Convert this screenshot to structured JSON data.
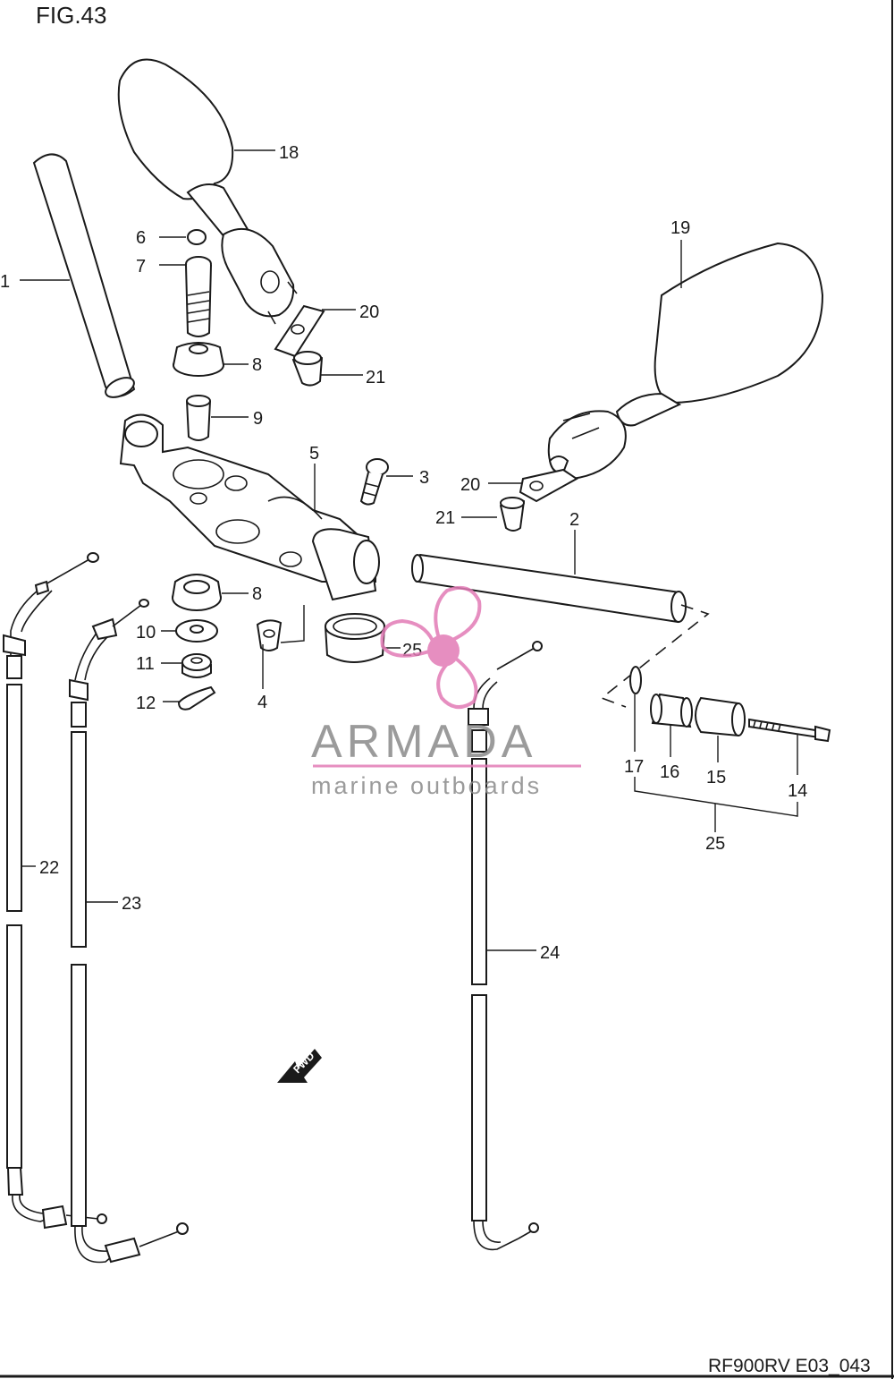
{
  "figure_title": "FIG.43",
  "drawing_code": "RF900RV E03_043",
  "fwd_marker": "FWD",
  "watermark": {
    "brand": "ARMADA",
    "tagline": "marine outboards",
    "accent_color": "#e27bb6",
    "text_color": "#8a8a8a"
  },
  "callouts": [
    {
      "id": "c1",
      "text": "1"
    },
    {
      "id": "c2",
      "text": "2"
    },
    {
      "id": "c3",
      "text": "3"
    },
    {
      "id": "c4",
      "text": "4"
    },
    {
      "id": "c5",
      "text": "5"
    },
    {
      "id": "c6",
      "text": "6"
    },
    {
      "id": "c7",
      "text": "7"
    },
    {
      "id": "c8a",
      "text": "8"
    },
    {
      "id": "c8b",
      "text": "8"
    },
    {
      "id": "c9",
      "text": "9"
    },
    {
      "id": "c10",
      "text": "10"
    },
    {
      "id": "c11",
      "text": "11"
    },
    {
      "id": "c12",
      "text": "12"
    },
    {
      "id": "c14",
      "text": "14"
    },
    {
      "id": "c15",
      "text": "15"
    },
    {
      "id": "c16",
      "text": "16"
    },
    {
      "id": "c17",
      "text": "17"
    },
    {
      "id": "c18",
      "text": "18"
    },
    {
      "id": "c19",
      "text": "19"
    },
    {
      "id": "c20a",
      "text": "20"
    },
    {
      "id": "c20b",
      "text": "20"
    },
    {
      "id": "c21a",
      "text": "21"
    },
    {
      "id": "c21b",
      "text": "21"
    },
    {
      "id": "c22",
      "text": "22"
    },
    {
      "id": "c23",
      "text": "23"
    },
    {
      "id": "c24",
      "text": "24"
    },
    {
      "id": "c25a",
      "text": "25"
    },
    {
      "id": "c25b",
      "text": "25"
    }
  ]
}
